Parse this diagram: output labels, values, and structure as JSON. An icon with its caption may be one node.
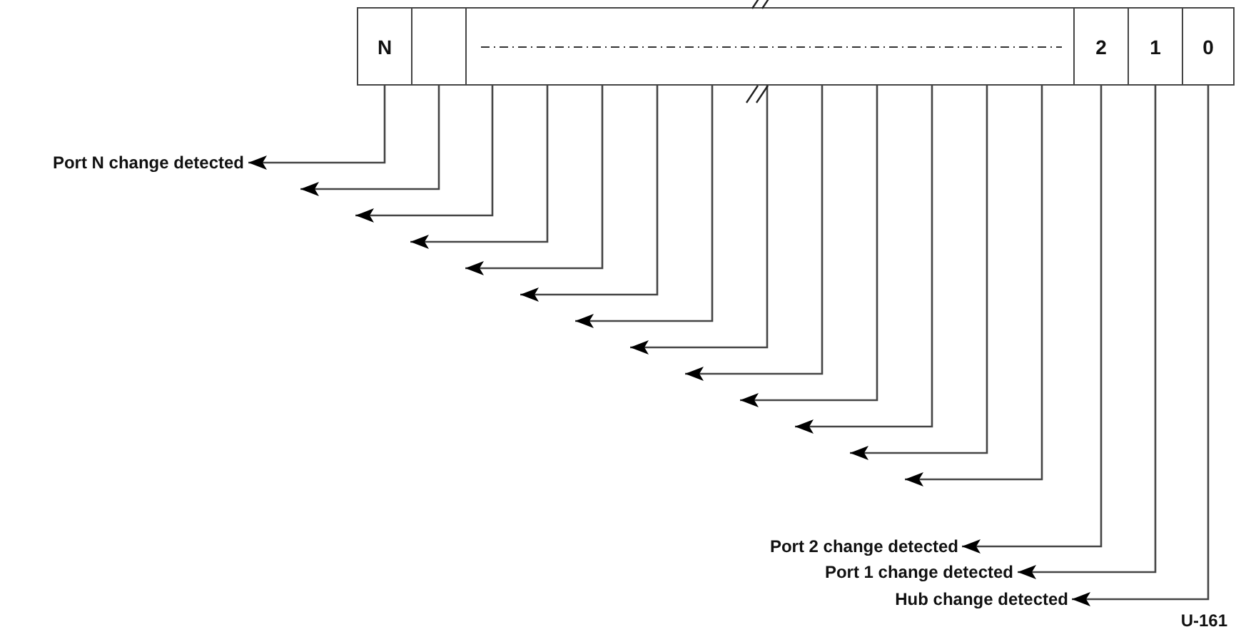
{
  "diagram": {
    "nodes": [
      {
        "text": [
          "N"
        ]
      },
      {
        "text": [],
        "shape": "box"
      },
      {
        "text": [],
        "shape": "box"
      },
      {
        "text": [
          "2"
        ]
      },
      {
        "text": [
          "1"
        ]
      },
      {
        "text": [
          "0"
        ]
      },
      {
        "text": [
          "Port N change detected"
        ]
      },
      {
        "text": [
          "Port 2 change detected"
        ]
      },
      {
        "text": [
          "Port 1 change detected"
        ]
      },
      {
        "text": [
          "Hub change detected"
        ]
      }
    ],
    "edges": [
      {
        "from": 0,
        "to": 6,
        "arrow": "to"
      },
      {
        "from": 1,
        "to": null,
        "arrow": "to"
      },
      {
        "from": 2,
        "to": null,
        "arrow": "to"
      },
      {
        "from": 2,
        "to": null,
        "arrow": "to"
      },
      {
        "from": 2,
        "to": null,
        "arrow": "to"
      },
      {
        "from": 2,
        "to": null,
        "arrow": "to"
      },
      {
        "from": 2,
        "to": null,
        "arrow": "to"
      },
      {
        "from": 2,
        "to": null,
        "arrow": "to"
      },
      {
        "from": 2,
        "to": null,
        "arrow": "to"
      },
      {
        "from": 2,
        "to": null,
        "arrow": "to"
      },
      {
        "from": 2,
        "to": null,
        "arrow": "to"
      },
      {
        "from": 2,
        "to": null,
        "arrow": "to"
      },
      {
        "from": 2,
        "to": null,
        "arrow": "to"
      },
      {
        "from": 3,
        "to": 7,
        "arrow": "to"
      },
      {
        "from": 4,
        "to": 8,
        "arrow": "to"
      },
      {
        "from": 5,
        "to": 9,
        "arrow": "to"
      }
    ],
    "labels": [
      "U-161"
    ]
  }
}
